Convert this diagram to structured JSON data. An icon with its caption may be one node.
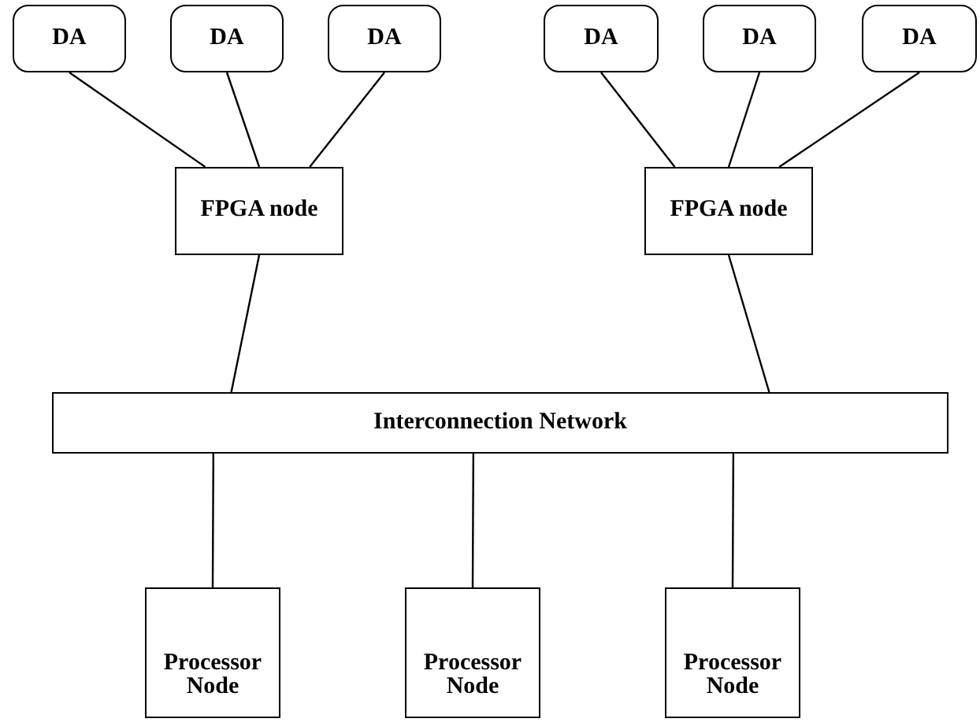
{
  "diagram": {
    "nodes": [
      {
        "text": [
          "DA"
        ]
      },
      {
        "text": [
          "DA"
        ]
      },
      {
        "text": [
          "DA"
        ]
      },
      {
        "text": [
          "DA"
        ]
      },
      {
        "text": [
          "DA"
        ]
      },
      {
        "text": [
          "DA"
        ]
      },
      {
        "text": [
          "FPGA node"
        ]
      },
      {
        "text": [
          "FPGA node"
        ]
      },
      {
        "text": [
          "Interconnection Network"
        ]
      },
      {
        "text": [
          "Processor Node"
        ]
      },
      {
        "text": [
          "Processor Node"
        ]
      },
      {
        "text": [
          "Processor Node"
        ]
      }
    ],
    "edges": [
      {
        "from": 0,
        "to": 6,
        "arrow": "none"
      },
      {
        "from": 1,
        "to": 6,
        "arrow": "none"
      },
      {
        "from": 2,
        "to": 6,
        "arrow": "none"
      },
      {
        "from": 3,
        "to": 7,
        "arrow": "none"
      },
      {
        "from": 4,
        "to": 7,
        "arrow": "none"
      },
      {
        "from": 5,
        "to": 7,
        "arrow": "none"
      },
      {
        "from": 6,
        "to": 8,
        "arrow": "none"
      },
      {
        "from": 7,
        "to": 8,
        "arrow": "none"
      },
      {
        "from": 8,
        "to": 9,
        "arrow": "none"
      },
      {
        "from": 8,
        "to": 10,
        "arrow": "none"
      },
      {
        "from": 8,
        "to": 11,
        "arrow": "none"
      }
    ]
  }
}
